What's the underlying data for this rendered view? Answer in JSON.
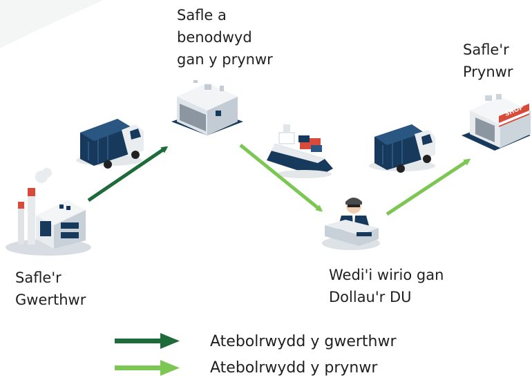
{
  "nodes": {
    "warehouse": {
      "lines": [
        "Safle a",
        "benodwyd",
        "gan y prynwr"
      ]
    },
    "shop": {
      "lines": [
        "Safle'r",
        "Prynwr"
      ],
      "sign": "SHOP"
    },
    "customs": {
      "lines": [
        "Wedi'i wirio gan",
        "Dollau'r DU"
      ]
    },
    "factory": {
      "lines": [
        "Safle'r",
        "Gwerthwr"
      ]
    }
  },
  "legend": {
    "seller": "Atebolrwydd y gwerthwr",
    "buyer": "Atebolrwydd y prynwr"
  },
  "colors": {
    "seller": "#1e6b3a",
    "buyer": "#7cc653",
    "navy": "#173a5c",
    "text": "#1f1f1f"
  },
  "icons": [
    "factory-icon",
    "truck-icon",
    "warehouse-icon",
    "ship-icon",
    "customs-officer-icon",
    "shop-icon"
  ]
}
